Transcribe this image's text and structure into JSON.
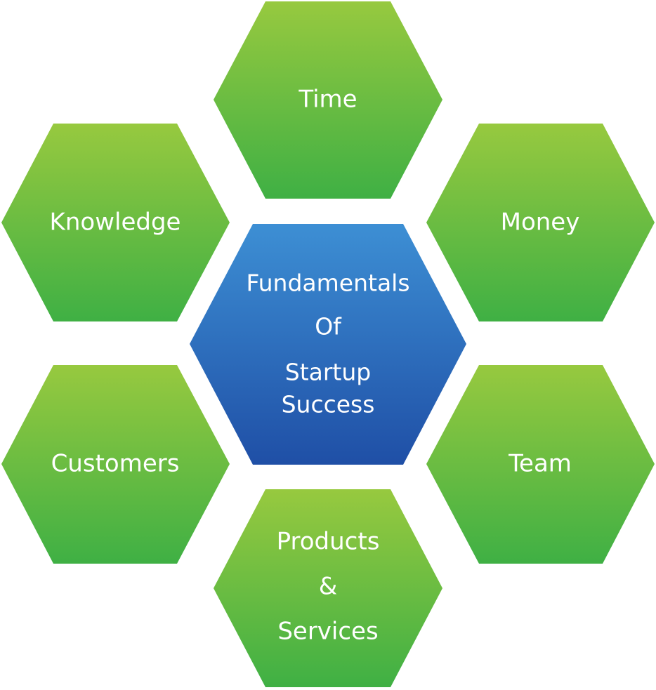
{
  "center": {
    "lines": [
      "Fundamentals",
      "Of",
      "Startup",
      "Success"
    ]
  },
  "nodes": [
    {
      "id": "time",
      "lines": [
        "Time"
      ]
    },
    {
      "id": "knowledge",
      "lines": [
        "Knowledge"
      ]
    },
    {
      "id": "money",
      "lines": [
        "Money"
      ]
    },
    {
      "id": "customers",
      "lines": [
        "Customers"
      ]
    },
    {
      "id": "team",
      "lines": [
        "Team"
      ]
    },
    {
      "id": "products-services",
      "lines": [
        "Products",
        "&",
        "Services"
      ]
    }
  ],
  "colors": {
    "green_top": "#97c93f",
    "green_bottom": "#3fb044",
    "blue_top": "#3d8fd4",
    "blue_bottom": "#1f4fa6"
  }
}
